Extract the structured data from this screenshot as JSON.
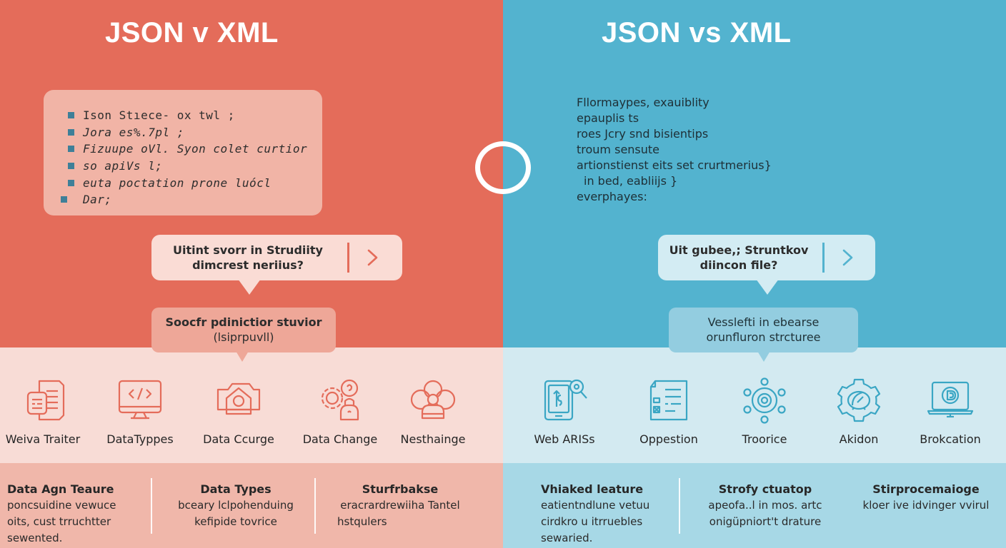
{
  "colors": {
    "left_accent": "#e46c5a",
    "right_accent": "#53b3cf",
    "ring": "#ffffff"
  },
  "left": {
    "title": "JSON v XML",
    "code_lines": [
      "Ison Stıecе- ox twl ;",
      "Jora es%.7pl ;",
      "Fizuupe oVl. Syon colet curtior",
      "so apiVs l;",
      "euta poctation   prone luócl",
      "Dar;"
    ],
    "question": {
      "line1": "Uitint svorr in Strudiity",
      "line2": "dimcrest neriius?"
    },
    "answer": {
      "line1": "Soocfr pdinictior stuvior",
      "line2": "(lsiprpuvll)"
    },
    "icons": [
      {
        "icon": "documents-icon",
        "label": "Weiva Traiter"
      },
      {
        "icon": "code-monitor-icon",
        "label": "DataTyppes"
      },
      {
        "icon": "camera-icon",
        "label": "Data Ccurge"
      },
      {
        "icon": "gear-lock-icon",
        "label": "Data Change"
      },
      {
        "icon": "person-cloud-icon",
        "label": "Nesthainge"
      }
    ],
    "info": [
      {
        "heading": "Data Agn Teaure",
        "lines": [
          "poncsuidine vewuce",
          "oits, cust trruchtter",
          "sewented."
        ]
      },
      {
        "heading": "Data Types",
        "lines": [
          "bceary lclpohenduing",
          "kefipide tovrice"
        ]
      },
      {
        "heading": "Sturfrbakse",
        "lines": [
          "eracrardrewiiha Tantel",
          "hstqulers"
        ]
      }
    ]
  },
  "right": {
    "title": "JSON vs XML",
    "description_lines": [
      "Fllormaypes, exauiblity",
      "epauplis ts",
      "roes Jcry snd bisientips",
      "troum sensute",
      "artionstienst eits set crurtmerius}",
      "in bed, eabliijs     }",
      "everphayes:"
    ],
    "question": {
      "line1": "Uit gubee,; Struntkov",
      "line2": "diincon file?"
    },
    "answer": {
      "line1": "Vesslefti in ebearse",
      "line2": "orunfluron strcturee"
    },
    "icons": [
      {
        "icon": "tablet-search-icon",
        "label": "Web ARISs"
      },
      {
        "icon": "checklist-document-icon",
        "label": "Oppestion"
      },
      {
        "icon": "network-hub-icon",
        "label": "Troorice"
      },
      {
        "icon": "gear-gauge-icon",
        "label": "Akidon"
      },
      {
        "icon": "laptop-logo-icon",
        "label": "Brokcation"
      }
    ],
    "info": [
      {
        "heading": "Vhiaked leature",
        "lines": [
          "eatientndlune vetuu",
          "cirdkro u itrruebles",
          "sewaried."
        ]
      },
      {
        "heading": "Strofy ctuatop",
        "lines": [
          "apeofa..l in mos. artc",
          "onigüpniort't drature"
        ]
      },
      {
        "heading": "Stirprocemaioge",
        "lines": [
          "kloer ive idvinger vvirul"
        ]
      }
    ]
  }
}
